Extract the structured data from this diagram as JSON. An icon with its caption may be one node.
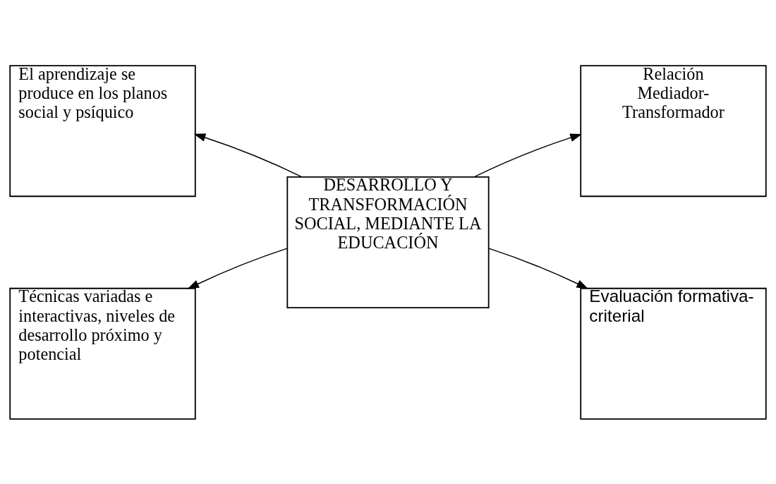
{
  "diagram": {
    "nodes": [
      {
        "text": [
          "El aprendizaje se produce en los planos social y psíquico"
        ]
      },
      {
        "text": [
          "Relación Mediador-Transformador"
        ]
      },
      {
        "text": [
          "DESARROLLO Y TRANSFORMACIÓN SOCIAL, MEDIANTE LA EDUCACIÓN"
        ]
      },
      {
        "text": [
          "Técnicas variadas e interactivas, niveles de desarrollo próximo y potencial"
        ]
      },
      {
        "text": [
          "Evaluación formativa- criterial"
        ]
      }
    ],
    "edges": [
      {
        "from": 2,
        "to": 0,
        "arrow": "to"
      },
      {
        "from": 2,
        "to": 1,
        "arrow": "to"
      },
      {
        "from": 2,
        "to": 3,
        "arrow": "to"
      },
      {
        "from": 2,
        "to": 4,
        "arrow": "to"
      }
    ]
  }
}
